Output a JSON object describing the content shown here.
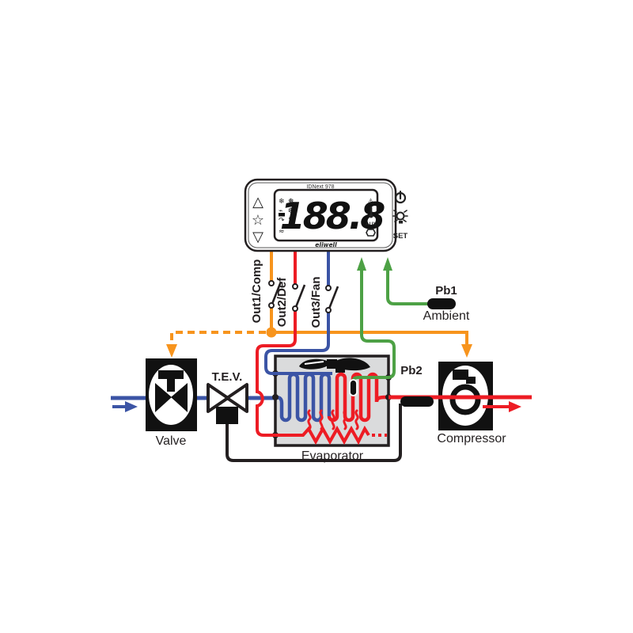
{
  "controller": {
    "model": "IDNext 978",
    "brand": "eliwell",
    "display": {
      "value": "188.8",
      "alarm_icon": "⚠",
      "aux_label": "AUX"
    },
    "left_icons": [
      [
        "❄",
        "❅"
      ],
      [
        "⌁",
        "❆"
      ],
      [
        "↷",
        "°"
      ],
      [
        "≈",
        ""
      ]
    ],
    "buttons": {
      "up": "△",
      "fnc": "☆",
      "down": "▽",
      "set": "SET"
    }
  },
  "outputs": [
    {
      "label": "Out1/Comp",
      "color": "#F7941D"
    },
    {
      "label": "Out2/Def",
      "color": "#ED1C24"
    },
    {
      "label": "Out3/Fan",
      "color": "#3B54A5"
    }
  ],
  "probes": {
    "pb1": {
      "label": "Pb1",
      "sublabel": "Ambient",
      "color": "#4DA145"
    },
    "pb2": {
      "label": "Pb2",
      "color": "#4DA145"
    }
  },
  "components": {
    "valve": {
      "label": "Valve"
    },
    "tev": {
      "label": "T.E.V."
    },
    "evaporator": {
      "label": "Evaporator"
    },
    "compressor": {
      "label": "Compressor"
    }
  },
  "colors": {
    "orange": "#F7941D",
    "red": "#ED1C24",
    "blue": "#3B54A5",
    "green": "#4DA145",
    "black": "#231F20",
    "evaporator_fill": "#DADBDC"
  }
}
